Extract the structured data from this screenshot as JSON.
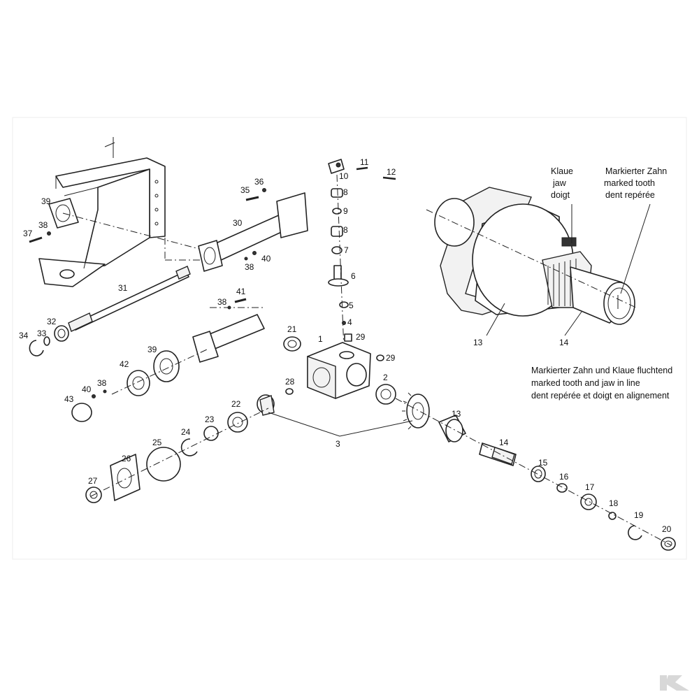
{
  "part_labels": [
    "1",
    "2",
    "3",
    "4",
    "5",
    "6",
    "7",
    "8",
    "8",
    "9",
    "10",
    "11",
    "12",
    "13",
    "13",
    "14",
    "14",
    "15",
    "16",
    "17",
    "18",
    "19",
    "20",
    "21",
    "22",
    "23",
    "24",
    "25",
    "26",
    "27",
    "28",
    "29",
    "29",
    "30",
    "31",
    "32",
    "33",
    "34",
    "35",
    "36",
    "37",
    "38",
    "38",
    "38",
    "38",
    "39",
    "39",
    "40",
    "40",
    "41",
    "42",
    "43"
  ],
  "detail_callouts": {
    "jaw": [
      "Klaue",
      "jaw",
      "doigt"
    ],
    "tooth": [
      "Markierter Zahn",
      "marked tooth",
      "dent repérée"
    ]
  },
  "alignment_note": [
    "Markierter Zahn und Klaue fluchtend",
    "marked tooth and jaw in line",
    "dent repérée et doigt en alignement"
  ],
  "colors": {
    "line": "#222222",
    "background": "#ffffff",
    "logo": "#d8d8d8"
  },
  "icons": {
    "corner_logo": "k-logo-icon"
  }
}
